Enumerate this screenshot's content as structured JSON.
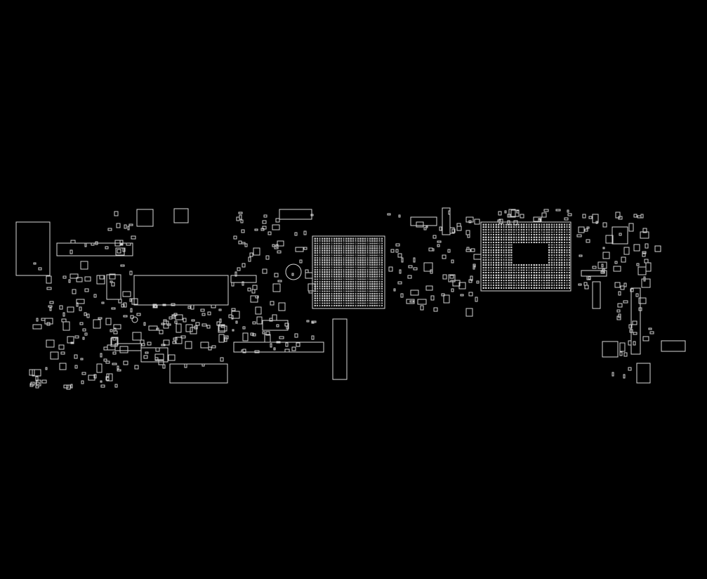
{
  "view": {
    "background_color": "#000000",
    "outline_color": "#d8d8d8",
    "labels_visible": false
  },
  "board": {
    "description_visible": false,
    "major_components": [
      {
        "id": "left-connector",
        "kind": "connector"
      },
      {
        "id": "header-strip-top-left",
        "kind": "header"
      },
      {
        "id": "ram-slot-connector",
        "kind": "connector"
      },
      {
        "id": "bga-chipset",
        "kind": "bga"
      },
      {
        "id": "bga-cpu",
        "kind": "bga"
      },
      {
        "id": "vertical-connector-center",
        "kind": "connector"
      },
      {
        "id": "vertical-connector-right",
        "kind": "connector"
      },
      {
        "id": "bottom-connector-left",
        "kind": "connector"
      },
      {
        "id": "long-connector-bottom",
        "kind": "connector"
      }
    ]
  }
}
